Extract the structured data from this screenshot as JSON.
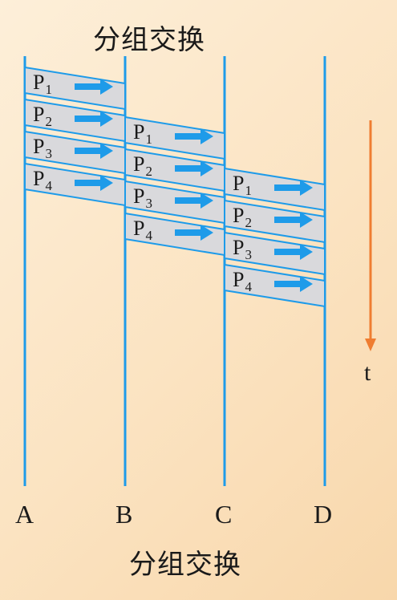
{
  "title_top": "分组交换",
  "title_bottom": "分组交换",
  "time_label": "t",
  "nodes": [
    "A",
    "B",
    "C",
    "D"
  ],
  "packets": [
    {
      "prefix": "P",
      "sub": "1"
    },
    {
      "prefix": "P",
      "sub": "2"
    },
    {
      "prefix": "P",
      "sub": "3"
    },
    {
      "prefix": "P",
      "sub": "4"
    }
  ],
  "hops": [
    {
      "from": "A",
      "to": "B"
    },
    {
      "from": "B",
      "to": "C"
    },
    {
      "from": "C",
      "to": "D"
    }
  ],
  "colors": {
    "line": "#1e9be9",
    "packet_fill": "#d9d9dc",
    "arrow": "#1e9be9",
    "time_arrow": "#ef7d31"
  }
}
